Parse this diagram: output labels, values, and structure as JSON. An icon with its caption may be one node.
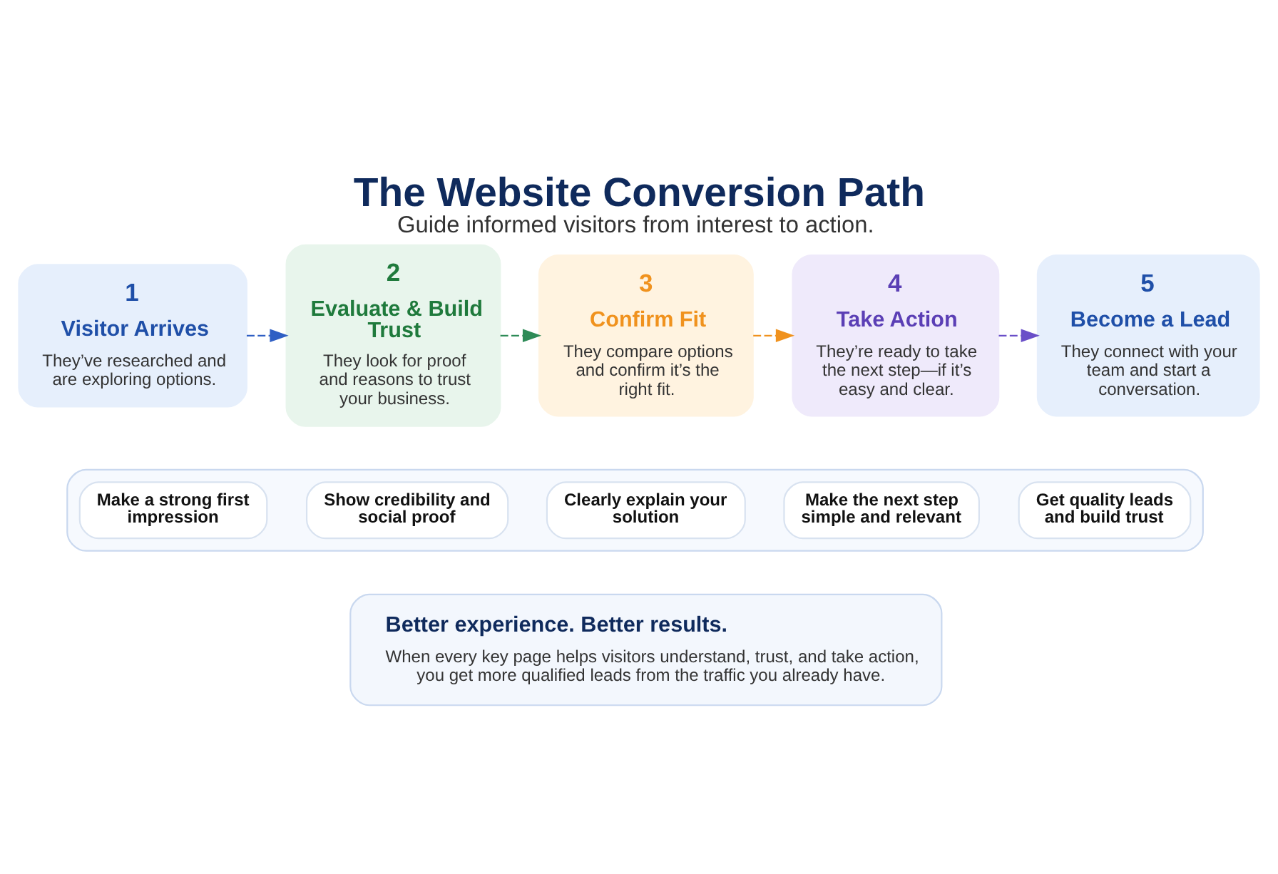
{
  "diagram": {
    "title": "The Website Conversion Path",
    "caption": "Guide informed visitors from interest to action.",
    "nodes": [
      {
        "text": [
          "1",
          "Visitor Arrives",
          "They’ve researched and are exploring options."
        ]
      },
      {
        "text": [
          "2",
          "Evaluate & Build Trust",
          "They look for proof and reasons to trust your business."
        ]
      },
      {
        "text": [
          "3",
          "Confirm Fit",
          "They compare options and confirm it’s the right fit."
        ]
      },
      {
        "text": [
          "4",
          "Take Action",
          "They’re ready to take the next step—if it’s easy and clear."
        ]
      },
      {
        "text": [
          "5",
          "Become a Lead",
          "They connect with your team and start a conversation."
        ]
      },
      {
        "text": [],
        "shape": "box"
      },
      {
        "text": [
          "Make a strong first impression"
        ],
        "in": 5
      },
      {
        "text": [
          "Show credibility and social proof"
        ],
        "in": 5
      },
      {
        "text": [
          "Clearly explain your solution"
        ],
        "in": 5
      },
      {
        "text": [
          "Make the next step simple and relevant"
        ],
        "in": 5
      },
      {
        "text": [
          "Get quality leads and build trust"
        ],
        "in": 5
      },
      {
        "text": [
          "Better experience. Better results.",
          "When every key page helps visitors understand, trust, and take action, you get more qualified leads from the traffic you already have."
        ]
      }
    ],
    "edges": [
      {
        "from": 0,
        "to": 1,
        "arrow": "to",
        "style": "dashed",
        "color": "#2f5fc4"
      },
      {
        "from": 1,
        "to": 2,
        "arrow": "to",
        "style": "dashed",
        "color": "#2e8b57"
      },
      {
        "from": 2,
        "to": 3,
        "arrow": "to",
        "style": "dashed",
        "color": "#f0921e"
      },
      {
        "from": 3,
        "to": 4,
        "arrow": "to",
        "style": "dashed",
        "color": "#6a4fc8"
      }
    ]
  }
}
